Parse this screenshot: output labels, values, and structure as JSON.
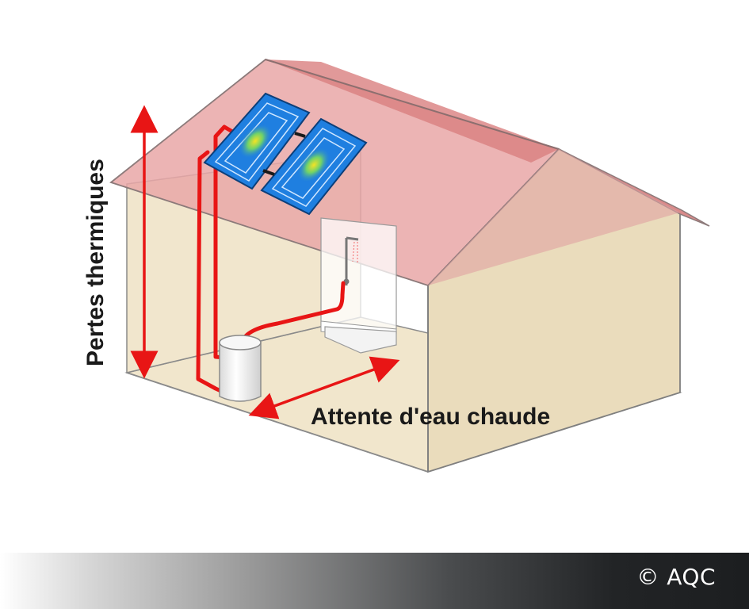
{
  "labels": {
    "heat_loss": "Pertes thermiques",
    "hot_water_wait": "Attente d'eau chaude"
  },
  "footer": {
    "copyright": "© AQC"
  },
  "colors": {
    "roof": "#e89a9a",
    "wall": "#efe3c7",
    "pipe": "#e81515",
    "panel": "#1f7fe0",
    "footer_dark": "#1c1e20"
  }
}
